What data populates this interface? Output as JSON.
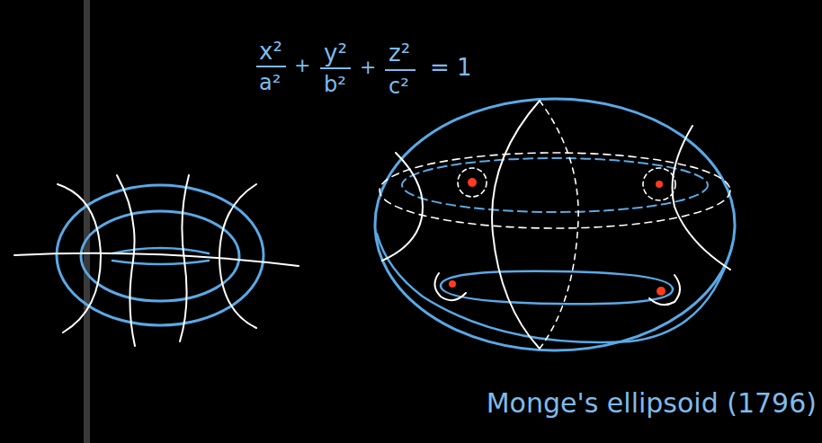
{
  "diagram": {
    "labels": [
      "x²",
      "a²",
      "+",
      "y²",
      "b²",
      "+",
      "z²",
      "c²",
      "= 1",
      "Monge's ellipsoid (1796)"
    ]
  }
}
